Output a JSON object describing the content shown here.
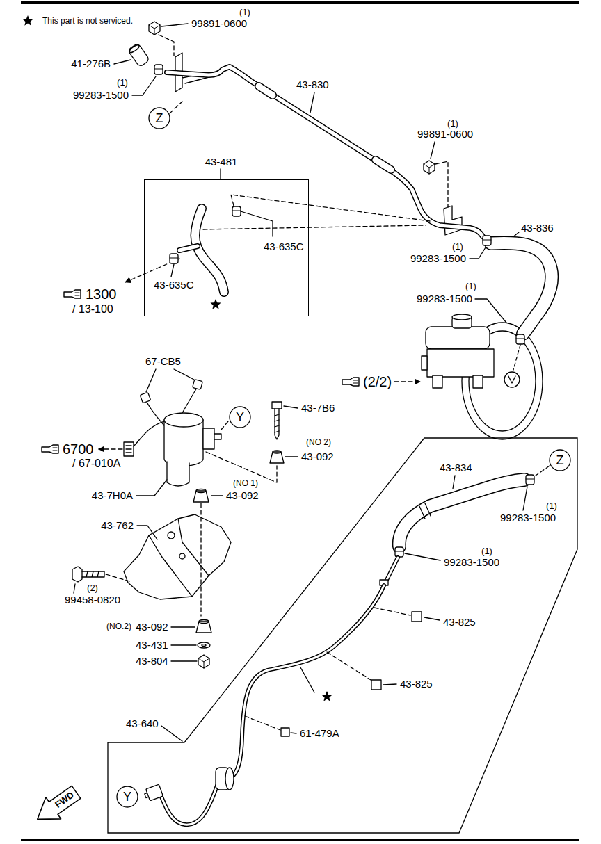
{
  "diagram": {
    "nodes": [
      {
        "text": [
          "Z"
        ]
      },
      {
        "text": [
          "43-481",
          "43-635C",
          "43-635C"
        ]
      },
      {
        "text": [
          "Y"
        ]
      },
      {
        "text": [
          "43-640",
          "43-834",
          "(1)",
          "99283-1500",
          "(1)",
          "99283-1500",
          "43-825",
          "43-825",
          "61-479A"
        ]
      },
      {
        "text": [
          "Z"
        ],
        "in": 3
      },
      {
        "text": [
          "Y"
        ],
        "in": 3
      }
    ],
    "labels": [
      "This part is not serviced.",
      "(1)",
      "99891-0600",
      "41-276B",
      "(1)",
      "99283-1500",
      "43-830",
      "(1)",
      "99891-0600",
      "43-836",
      "(1)",
      "99283-1500",
      "(1)",
      "99283-1500",
      "1300",
      "/ 13-100",
      "(2/2)",
      "67-CB5",
      "43-7B6",
      "(NO 2)",
      "43-092",
      "6700",
      "/ 67-010A",
      "(NO 1)",
      "43-7H0A",
      "43-092",
      "43-762",
      "(2)",
      "99458-0820",
      "(NO.2)",
      "43-092",
      "43-431",
      "43-804",
      "FWD"
    ]
  }
}
